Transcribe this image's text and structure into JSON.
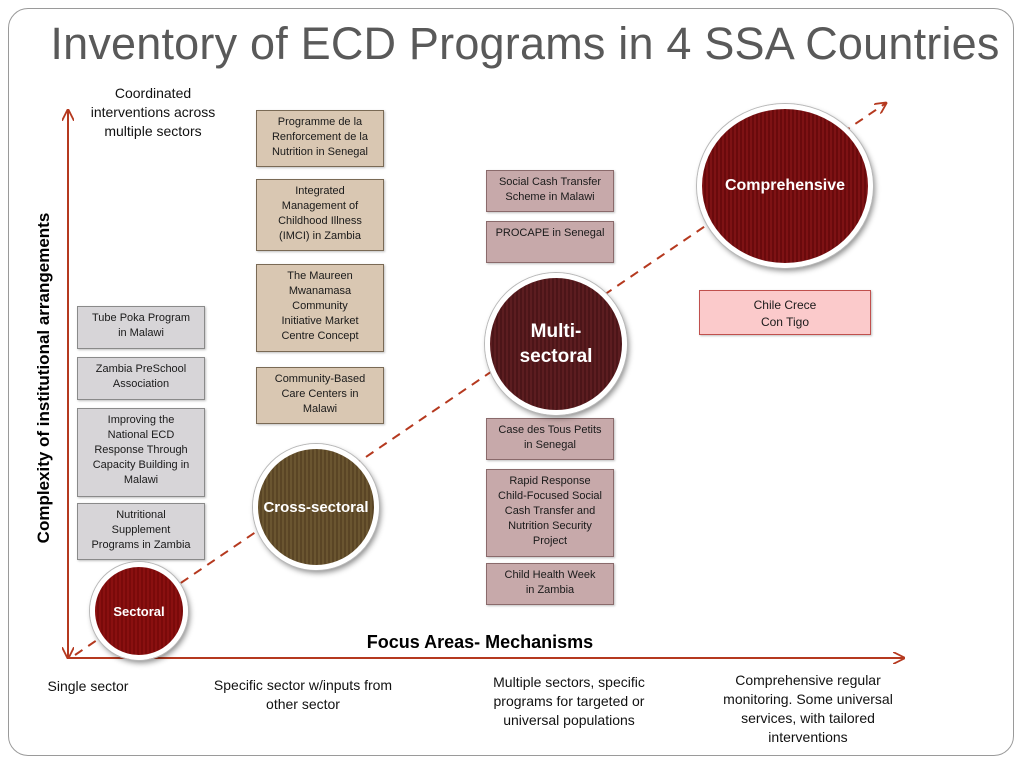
{
  "title": "Inventory of ECD Programs in 4 SSA Countries",
  "axes": {
    "y_label": "Complexity of institutional arrangements",
    "x_label": "Focus Areas- Mechanisms",
    "y_top_note": "Coordinated\ninterventions across\nmultiple sectors"
  },
  "stages": [
    {
      "label": "Sectoral",
      "color": "#8a1010"
    },
    {
      "label": "Cross-sectoral",
      "color": "#6a5530"
    },
    {
      "label": "Multi-\nsectoral",
      "color": "#5c1d20"
    },
    {
      "label": "Comprehensive",
      "color": "#7e1214"
    }
  ],
  "x_notes": [
    "Single sector",
    "Specific sector w/inputs from\nother sector",
    "Multiple sectors, specific\nprograms for targeted or\nuniversal populations",
    "Comprehensive regular\nmonitoring. Some universal\nservices, with tailored\ninterventions"
  ],
  "sectoral_programs": [
    "Tube Poka Program\nin Malawi",
    "Zambia PreSchool\nAssociation",
    "Improving the\nNational ECD\nResponse Through\nCapacity Building in\nMalawi",
    "Nutritional\nSupplement\nPrograms in Zambia"
  ],
  "cross_sectoral_programs": [
    "Programme de la\nRenforcement de la\nNutrition in Senegal",
    "Integrated\nManagement of\nChildhood Illness\n(IMCI) in Zambia",
    "The Maureen\nMwanamasa\nCommunity\nInitiative Market\nCentre Concept",
    "Community-Based\nCare Centers in\nMalawi"
  ],
  "multi_sectoral_programs_top": [
    "Social Cash Transfer\nScheme in Malawi",
    "PROCAPE in Senegal"
  ],
  "multi_sectoral_programs_bottom": [
    "Case des Tous Petits\nin Senegal",
    "Rapid Response\nChild-Focused Social\nCash Transfer and\nNutrition Security\nProject",
    "Child Health Week\nin Zambia"
  ],
  "comprehensive_programs": [
    "Chile Crece\nCon Tigo"
  ],
  "colors": {
    "axis": "#b5391f",
    "sectoral_box": "#d7d5d8",
    "cross_box": "#d9c7b2",
    "multi_box": "#c7a9aa",
    "comprehensive_box": "#fbcacb"
  }
}
